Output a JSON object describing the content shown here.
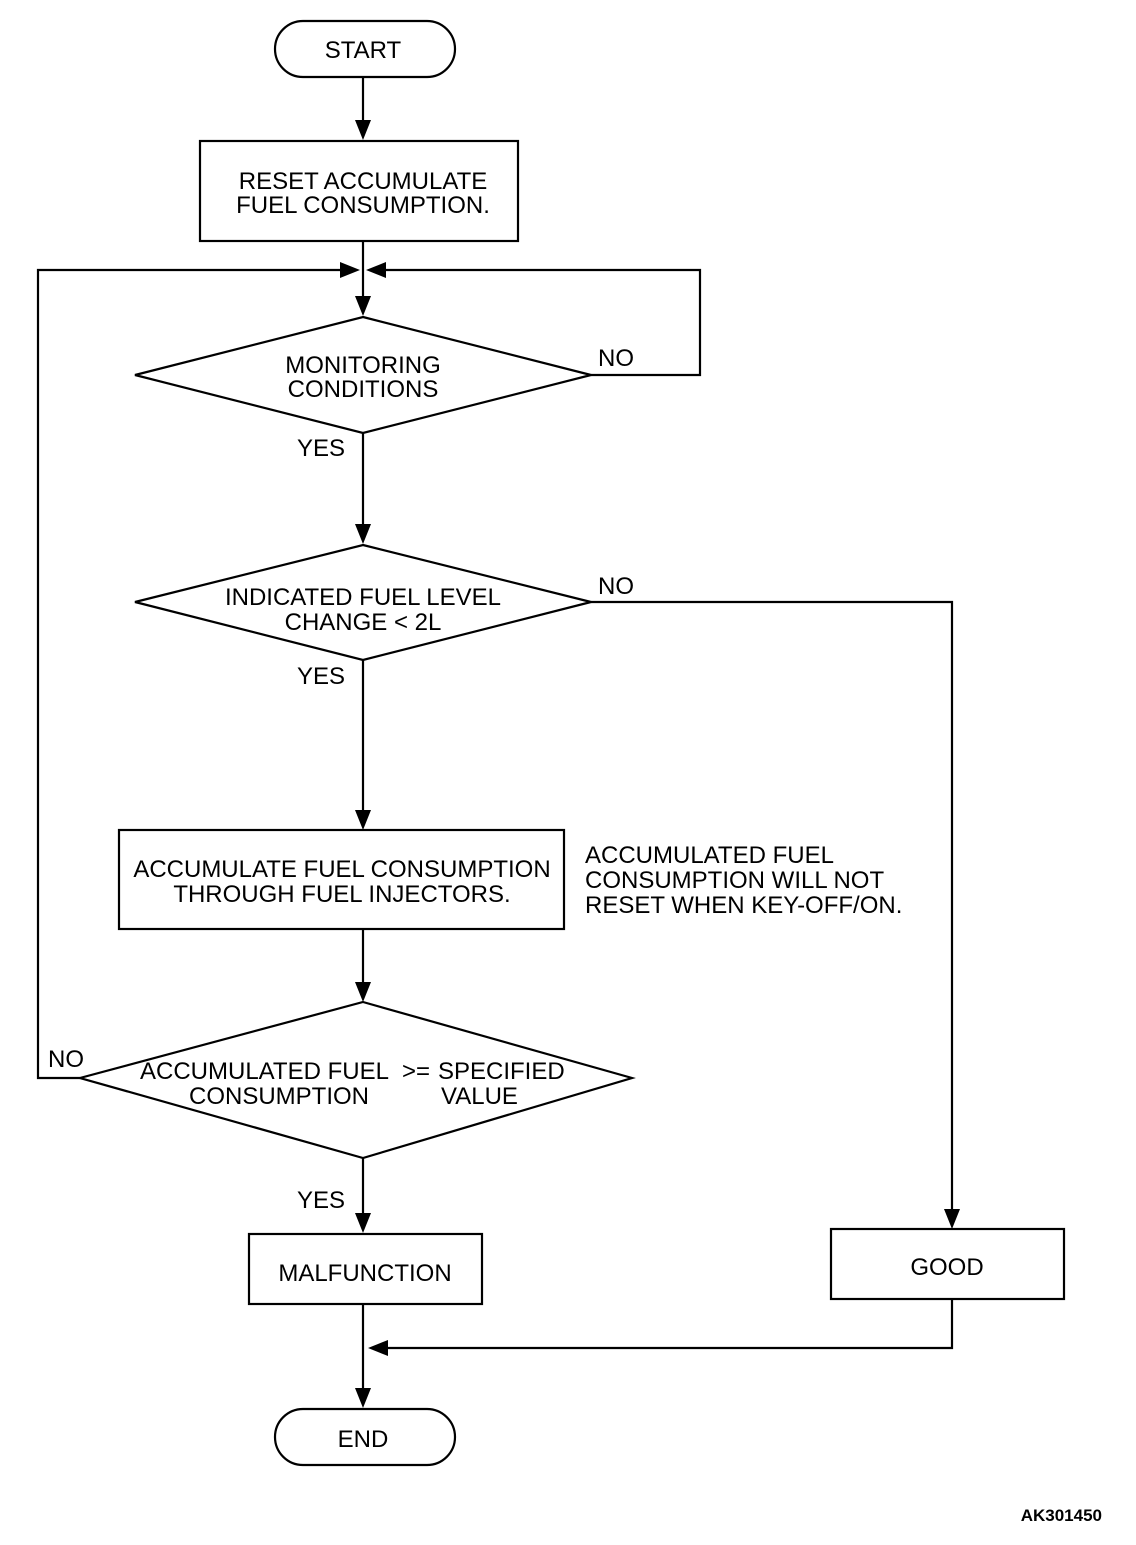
{
  "nodes": {
    "start": "START",
    "reset": [
      "RESET ACCUMULATE",
      "FUEL CONSUMPTION."
    ],
    "monitoring": [
      "MONITORING",
      "CONDITIONS"
    ],
    "fuel_level": [
      "INDICATED FUEL LEVEL",
      "CHANGE < 2L"
    ],
    "accumulate": [
      "ACCUMULATE FUEL CONSUMPTION",
      "THROUGH FUEL INJECTORS."
    ],
    "accum_check": {
      "line1_left": "ACCUMULATED FUEL",
      "line1_op": ">=",
      "line1_right": "SPECIFIED",
      "line2_left": "CONSUMPTION",
      "line2_right": "VALUE"
    },
    "malfunction": "MALFUNCTION",
    "good": "GOOD",
    "end": "END"
  },
  "labels": {
    "yes": "YES",
    "no": "NO"
  },
  "note": [
    "ACCUMULATED FUEL",
    "CONSUMPTION WILL NOT",
    "RESET WHEN KEY-OFF/ON."
  ],
  "figure_id": "AK301450"
}
